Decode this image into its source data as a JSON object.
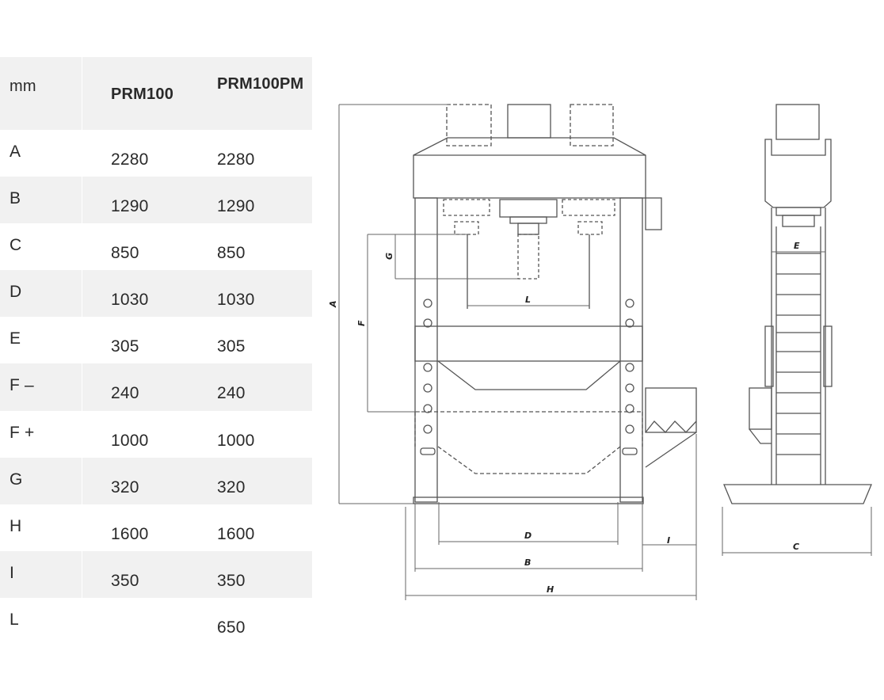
{
  "table": {
    "headers": [
      "mm",
      "PRM100",
      "PRM100PM"
    ],
    "rows": [
      {
        "label": "A",
        "prm100": "2280",
        "prm100pm": "2280"
      },
      {
        "label": "B",
        "prm100": "1290",
        "prm100pm": "1290"
      },
      {
        "label": "C",
        "prm100": "850",
        "prm100pm": "850"
      },
      {
        "label": "D",
        "prm100": "1030",
        "prm100pm": "1030"
      },
      {
        "label": "E",
        "prm100": "305",
        "prm100pm": "305"
      },
      {
        "label": "F –",
        "prm100": "240",
        "prm100pm": "240"
      },
      {
        "label": "F +",
        "prm100": "1000",
        "prm100pm": "1000"
      },
      {
        "label": "G",
        "prm100": "320",
        "prm100pm": "320"
      },
      {
        "label": "H",
        "prm100": "1600",
        "prm100pm": "1600"
      },
      {
        "label": "I",
        "prm100": "350",
        "prm100pm": "350"
      },
      {
        "label": "L",
        "prm100": "",
        "prm100pm": "650"
      }
    ]
  },
  "drawing": {
    "dimension_labels": {
      "A": "A",
      "B": "B",
      "C": "C",
      "D": "D",
      "E": "E",
      "F": "F",
      "G": "G",
      "H": "H",
      "I": "I",
      "L": "L"
    },
    "line_color": "#555555"
  }
}
